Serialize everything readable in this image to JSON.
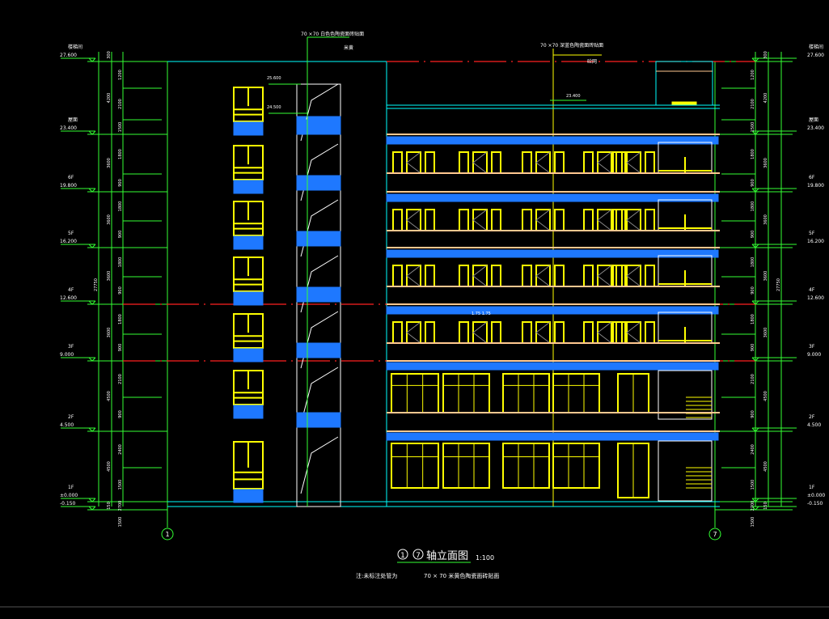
{
  "drawing": {
    "title": "①~⑦轴立面图",
    "scale": "1:100",
    "note_left": "注:未标注处管为",
    "note_right": "70 × 70 米黄色陶瓷面砖贴面",
    "callout_stair": {
      "line1": "70 ×70 白色色陶瓷面砖贴面",
      "line2": "米黄"
    },
    "callout_main": {
      "line1": "70 ×70 深蓝色陶瓷面砖贴面",
      "line2": "砼网"
    },
    "axis_left": "1",
    "axis_right": "7",
    "mid_levels": [
      "25.600",
      "24.500",
      "23.400"
    ],
    "window_tag": "1.75 1.75"
  },
  "levels": [
    {
      "name": "楼梯间",
      "elev": "27.600"
    },
    {
      "name": "屋面",
      "elev": "23.400"
    },
    {
      "name": "6F",
      "elev": "19.800"
    },
    {
      "name": "5F",
      "elev": "16.200"
    },
    {
      "name": "4F",
      "elev": "12.600"
    },
    {
      "name": "3F",
      "elev": "9.000"
    },
    {
      "name": "2F",
      "elev": "4.500"
    },
    {
      "name": "1F",
      "elev": "±0.000"
    },
    {
      "name": "",
      "elev": "-0.150"
    }
  ],
  "dims": {
    "outer": [
      "300",
      "4200",
      "3600",
      "3600",
      "3600",
      "3600",
      "4500",
      "4500",
      "150"
    ],
    "total": "27750",
    "inner": [
      "1200",
      "2100",
      "1500",
      "1800",
      "900",
      "1800",
      "900",
      "1800",
      "900",
      "1800",
      "900",
      "2100",
      "900",
      "2400",
      "1500",
      "2700",
      "1500"
    ]
  },
  "colors": {
    "grid": "#33ff33",
    "outline": "#00ffff",
    "window": "#ffff00",
    "tile": "#1e78ff",
    "slab": "#ffc890",
    "axisline": "#ff2020"
  }
}
